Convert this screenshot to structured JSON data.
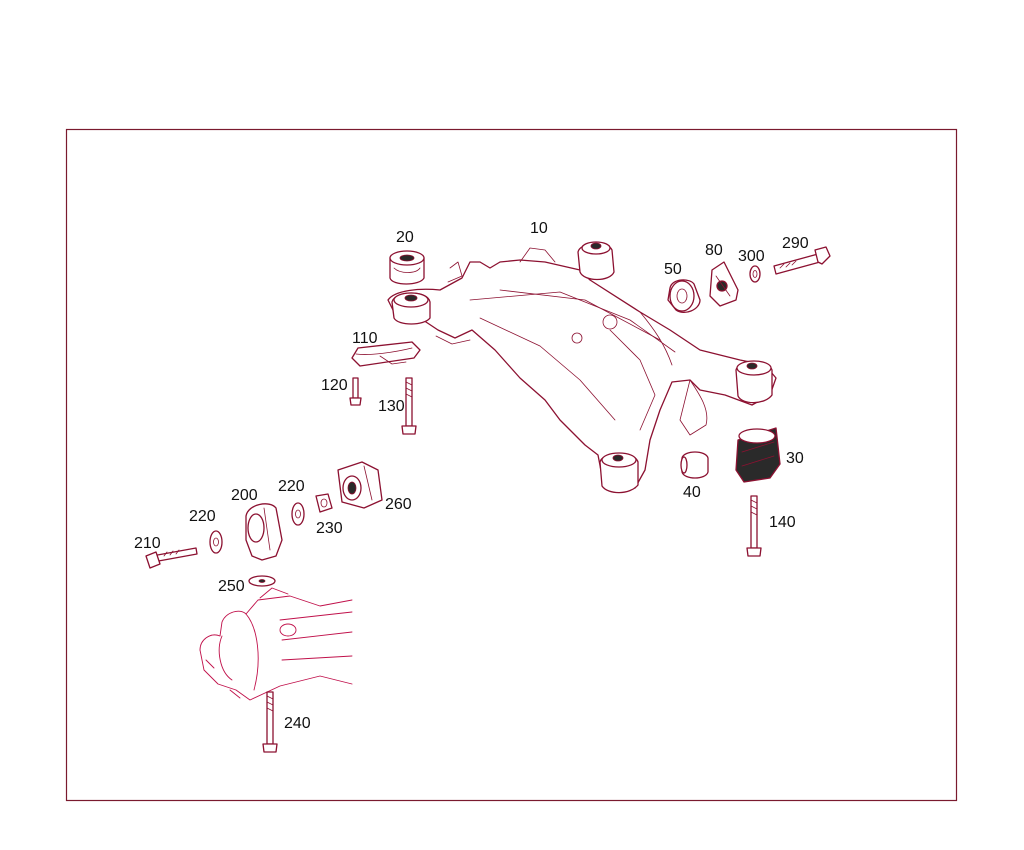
{
  "colors": {
    "frame": "#7a1a2e",
    "line": "#8c1131",
    "ghost": "#c0104a",
    "label": "#111111"
  },
  "callouts": {
    "c10": "10",
    "c20": "20",
    "c30": "30",
    "c40": "40",
    "c50": "50",
    "c80": "80",
    "c110": "110",
    "c120": "120",
    "c130": "130",
    "c140": "140",
    "c200": "200",
    "c210": "210",
    "c220a": "220",
    "c220b": "220",
    "c230": "230",
    "c240": "240",
    "c250": "250",
    "c260": "260",
    "c290": "290",
    "c300": "300"
  }
}
